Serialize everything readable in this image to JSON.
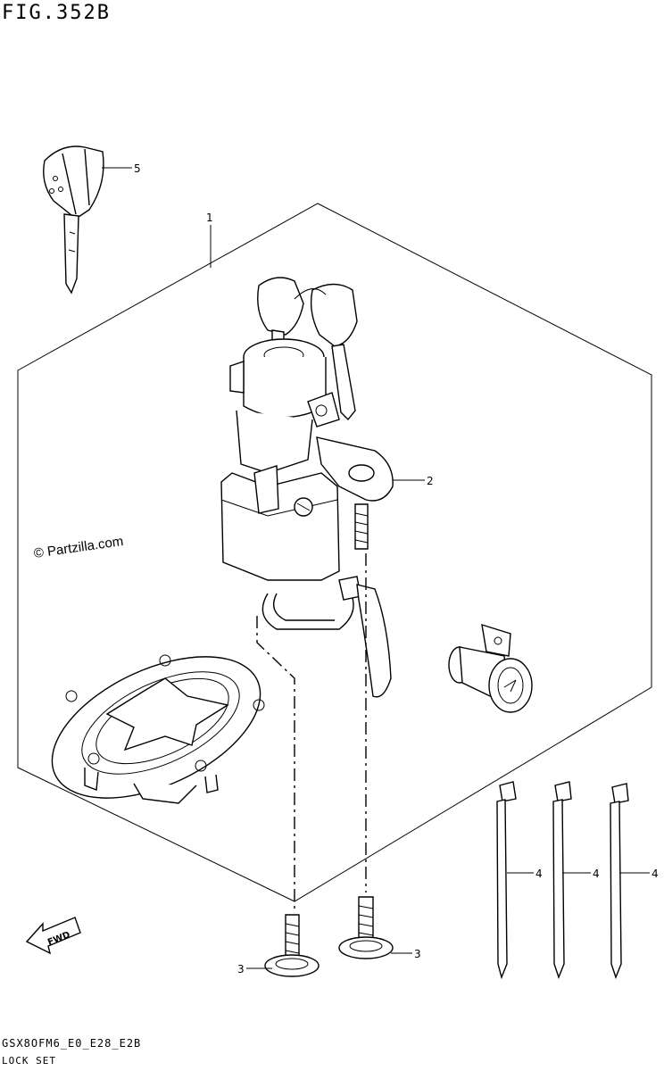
{
  "figure": {
    "title": "FIG.352B",
    "model_code": "GSX8OFM6_E0_E28_E2B",
    "part_group_name": "LOCK SET",
    "watermark": "© Partzilla.com",
    "fwd_label": "FWD"
  },
  "callouts": [
    {
      "id": "callout-1",
      "label": "1"
    },
    {
      "id": "callout-2",
      "label": "2"
    },
    {
      "id": "callout-3a",
      "label": "3"
    },
    {
      "id": "callout-3b",
      "label": "3"
    },
    {
      "id": "callout-4a",
      "label": "4"
    },
    {
      "id": "callout-4b",
      "label": "4"
    },
    {
      "id": "callout-4c",
      "label": "4"
    },
    {
      "id": "callout-5",
      "label": "5"
    }
  ]
}
